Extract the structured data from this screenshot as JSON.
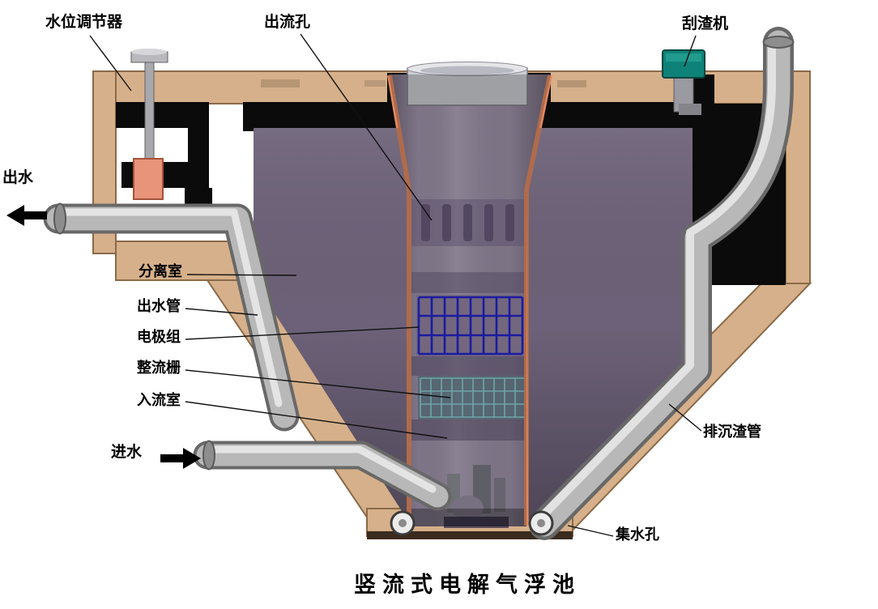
{
  "diagram": {
    "title": "竖流式电解气浮池",
    "labels": {
      "water_level_regulator": "水位调节器",
      "outflow_hole": "出流孔",
      "scum_scraper": "刮渣机",
      "outlet_water": "出水",
      "separation_chamber": "分离室",
      "outlet_pipe": "出水管",
      "electrode_group": "电极组",
      "rectifying_grid": "整流栅",
      "inflow_chamber": "入流室",
      "inlet_water": "进水",
      "sediment_discharge_pipe": "排沉渣管",
      "water_collection_hole": "集水孔"
    },
    "colors": {
      "tank_wall": "#d6b08a",
      "tank_edge": "#8a6a48",
      "chamber_purple": "#8d7e9c",
      "column_purple": "#a79ab3",
      "salmon_edge": "#e28a62",
      "shadow_black": "#0b0b0b",
      "pipe_dark": "#686868",
      "pipe_mid": "#b8b8b8",
      "pipe_light": "#e9e9e9",
      "electrode_blue": "#2524cf",
      "rectifier_teal": "#8fd2da",
      "scraper_green": "#0e8278",
      "float_salmon": "#e8947a",
      "rim_gray": "#cdced4"
    }
  }
}
